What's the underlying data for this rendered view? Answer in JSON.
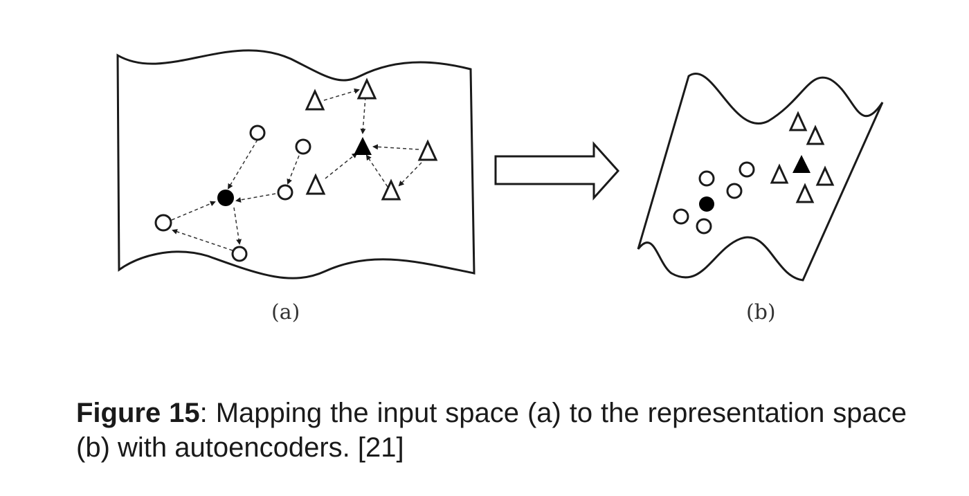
{
  "figure": {
    "panel_a_label": "(a)",
    "panel_b_label": "(b)"
  },
  "caption": {
    "figure_number": "Figure 15",
    "text": ": Mapping the input space (a) to the representation space (b) with autoencoders. [21]"
  },
  "colors": {
    "ink": "#1a1a1a",
    "fill_white": "#ffffff",
    "fill_black": "#000000"
  }
}
